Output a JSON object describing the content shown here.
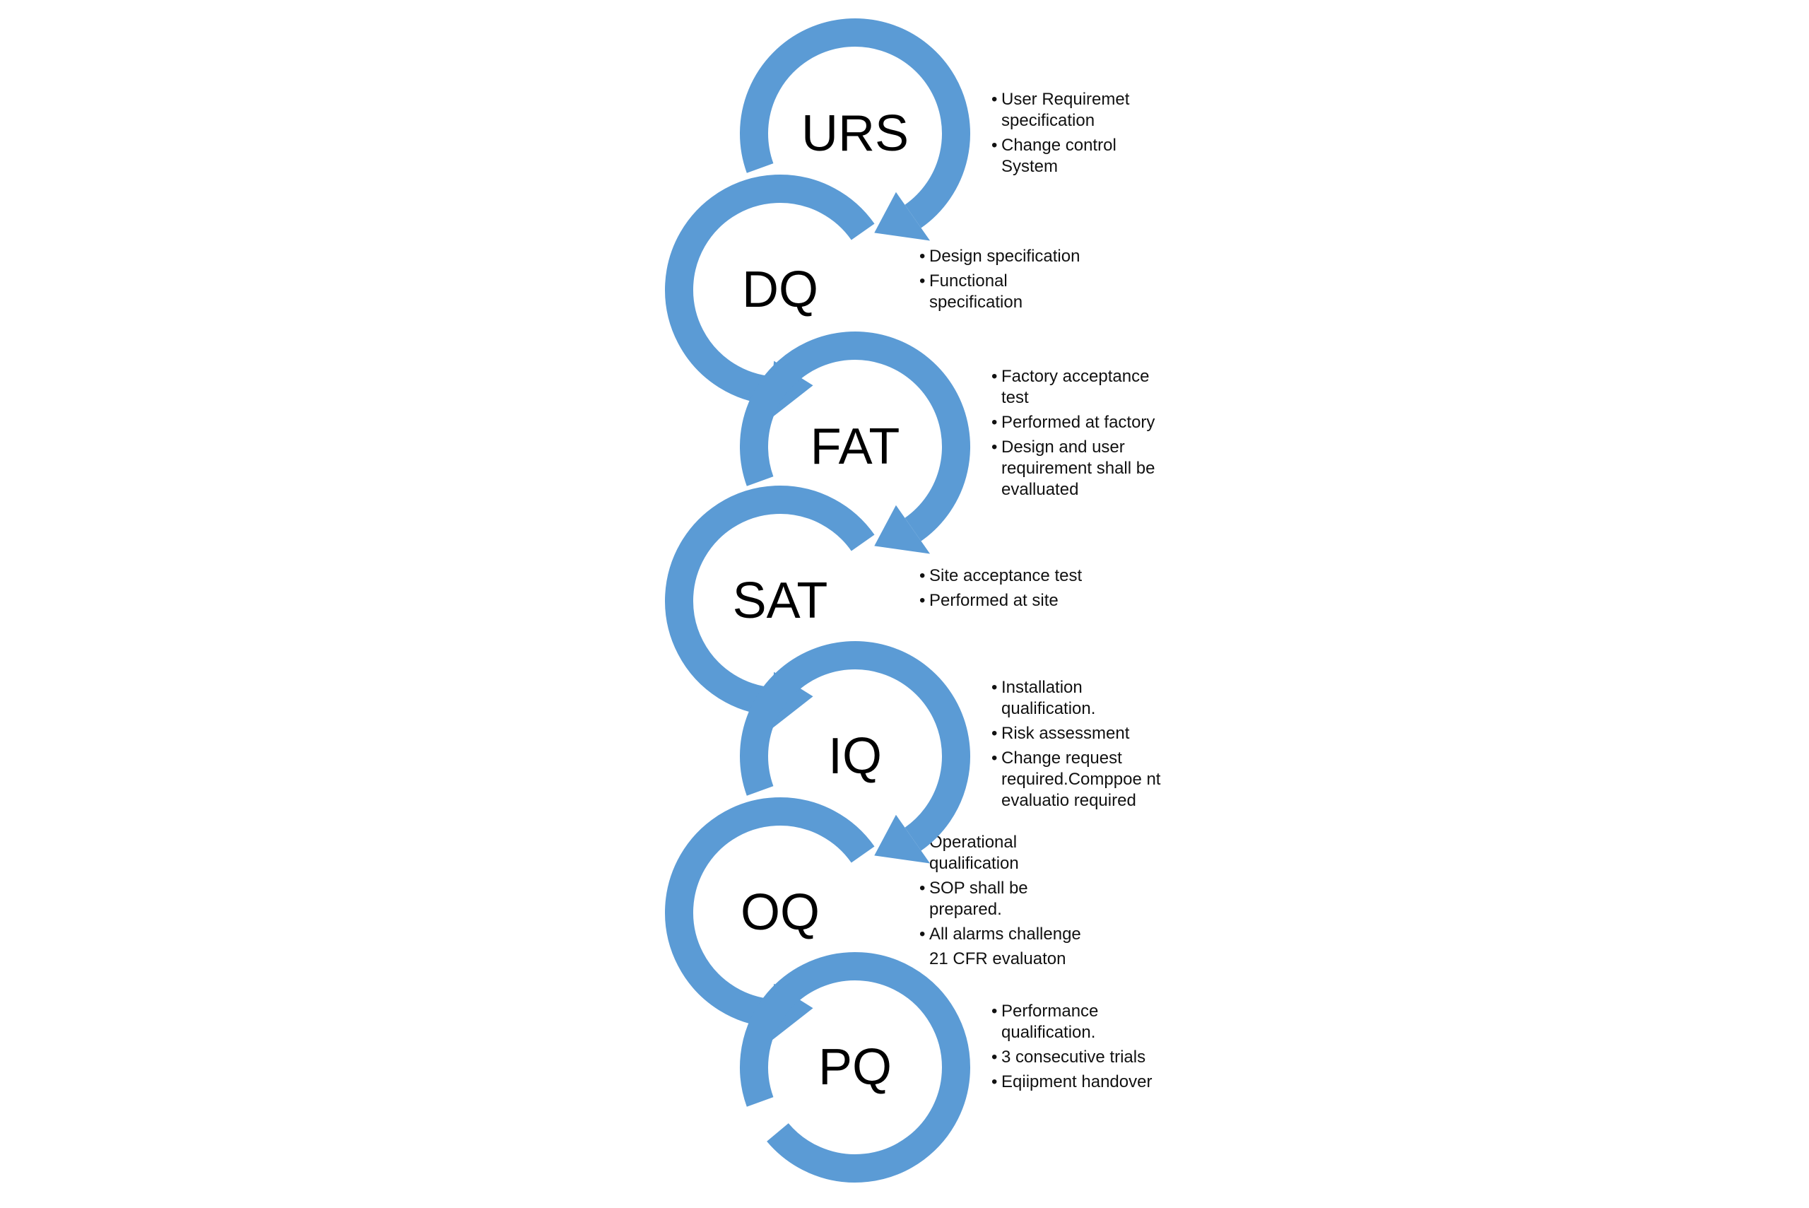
{
  "colors": {
    "arc": "#5B9BD5",
    "text": "#111111"
  },
  "stages": [
    {
      "label": "URS",
      "side": "right",
      "notes": [
        "User Requiremet specification",
        "Change control System"
      ]
    },
    {
      "label": "DQ",
      "side": "left",
      "notes": [
        "Design specification",
        "Functional specification"
      ]
    },
    {
      "label": "FAT",
      "side": "right",
      "notes": [
        "Factory acceptance test",
        "Performed at factory",
        "Design and user requirement shall be evalluated"
      ]
    },
    {
      "label": "SAT",
      "side": "left",
      "notes": [
        "Site acceptance test",
        "Performed at site"
      ]
    },
    {
      "label": "IQ",
      "side": "right",
      "notes": [
        "Installation qualification.",
        "Risk assessment",
        "Change request required.Comppoe nt evaluatio required"
      ]
    },
    {
      "label": "OQ",
      "side": "left",
      "notes": [
        "Operational qualification",
        "SOP shall be prepared.",
        "All alarms challenge",
        "21 CFR evaluaton"
      ]
    },
    {
      "label": "PQ",
      "side": "right",
      "notes": [
        "Performance qualification.",
        "3 consecutive trials",
        "Eqiipment handover"
      ]
    }
  ]
}
